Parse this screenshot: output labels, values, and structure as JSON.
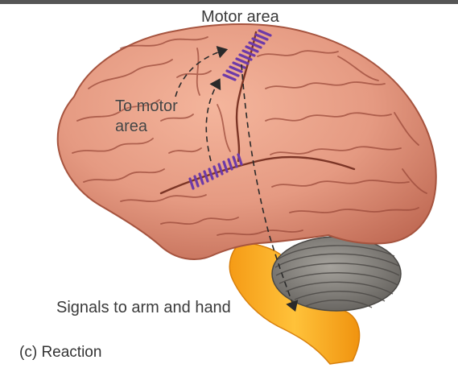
{
  "labels": {
    "motor_area": "Motor area",
    "to_motor_line1": "To motor",
    "to_motor_line2": "area",
    "signals": "Signals to arm and hand"
  },
  "caption": {
    "part": "(c)",
    "text": "Reaction"
  },
  "colors": {
    "cortex": "#e59a82",
    "cortex_shadow": "#b8614c",
    "sulcus": "#9b4a3a",
    "cerebellum": "#8a8782",
    "brainstem": "#f7a81f",
    "motor_strip": "#6d3aa8",
    "arrow": "#2a2a2a"
  }
}
